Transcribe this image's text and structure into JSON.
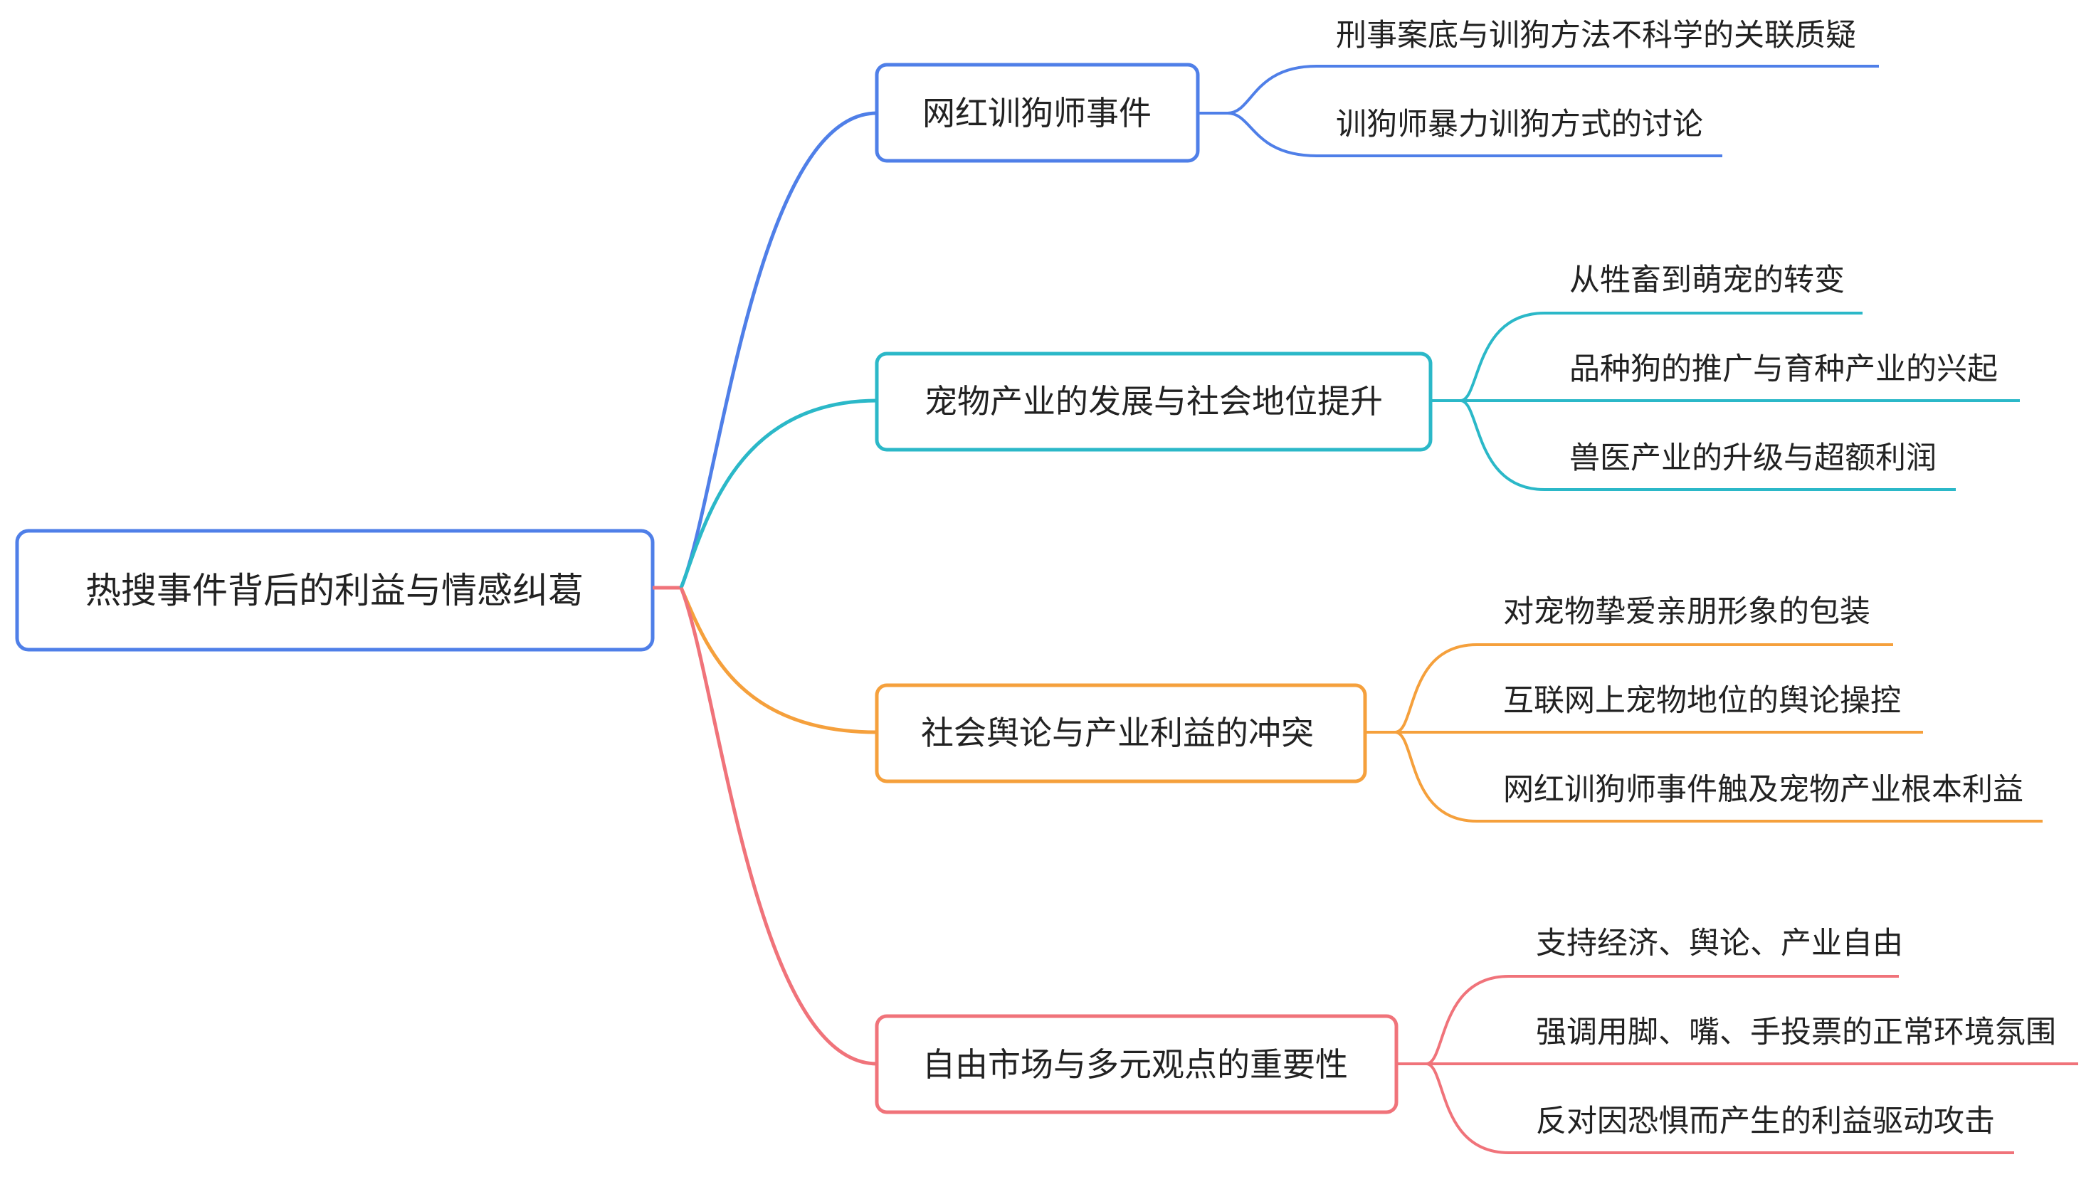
{
  "mindmap": {
    "root": {
      "label": "热搜事件背后的利益与情感纠葛",
      "color": "#4F7FE8"
    },
    "branches": [
      {
        "label": "网红训狗师事件",
        "color": "#4F7FE8",
        "children": [
          "刑事案底与训狗方法不科学的关联质疑",
          "训狗师暴力训狗方式的讨论"
        ]
      },
      {
        "label": "宠物产业的发展与社会地位提升",
        "color": "#2BB8C8",
        "children": [
          "从牲畜到萌宠的转变",
          "品种狗的推广与育种产业的兴起",
          "兽医产业的升级与超额利润"
        ]
      },
      {
        "label": "社会舆论与产业利益的冲突",
        "color": "#F5A03C",
        "children": [
          "对宠物挚爱亲朋形象的包装",
          "互联网上宠物地位的舆论操控",
          "网红训狗师事件触及宠物产业根本利益"
        ]
      },
      {
        "label": "自由市场与多元观点的重要性",
        "color": "#F0737A",
        "children": [
          "支持经济、舆论、产业自由",
          "强调用脚、嘴、手投票的正常环境氛围",
          "反对因恐惧而产生的利益驱动攻击"
        ]
      }
    ]
  }
}
